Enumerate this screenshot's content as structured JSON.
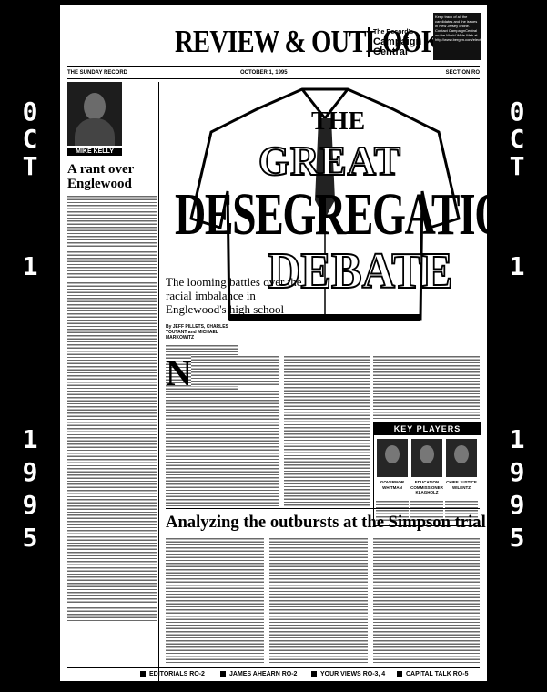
{
  "side_labels": {
    "left": [
      "0",
      "C",
      "T",
      "1",
      "1",
      "9",
      "9",
      "5"
    ],
    "right": [
      "0",
      "C",
      "T",
      "1",
      "1",
      "9",
      "9",
      "5"
    ]
  },
  "masthead": {
    "title": "REVIEW & OUTLOOK",
    "badge": [
      "The Record's",
      "Campaign",
      "Central"
    ],
    "blurb": "Keep track of all the candidates and the issues in New Jersey online. Contact CampaignCentral on the World Wide Web at http://www.bergen.com/election"
  },
  "dateline": {
    "paper": "THE SUNDAY RECORD",
    "date": "OCTOBER 1, 1995",
    "section": "SECTION RO"
  },
  "column": {
    "photo_caption": "MIKE KELLY",
    "headline": "A rant over Englewood"
  },
  "feature": {
    "headline_lines": [
      "THE",
      "GREAT",
      "DESEGREGATION",
      "DEBATE"
    ],
    "story_head": "The looming battles over the racial imbalance in Englewood's high school",
    "byline": "By JEFF PILLETS, CHARLES TOUTANT and MICHAEL MARKOWITZ",
    "dropcap": "N"
  },
  "key_players": {
    "title": "KEY PLAYERS",
    "people": [
      {
        "name": "GOVERNOR WHITMAN"
      },
      {
        "name": "EDUCATION COMMISSIONER KLAGHOLZ"
      },
      {
        "name": "CHIEF JUSTICE WILENTZ"
      }
    ]
  },
  "bottom_story": {
    "headline": "Analyzing the outbursts at the Simpson trial"
  },
  "footer": {
    "items": [
      {
        "label": "EDITORIALS",
        "page": "RO-2"
      },
      {
        "label": "JAMES AHEARN",
        "page": "RO-2"
      },
      {
        "label": "YOUR VIEWS",
        "page": "RO-3, 4"
      },
      {
        "label": "CAPITAL TALK",
        "page": "RO-5"
      }
    ]
  }
}
